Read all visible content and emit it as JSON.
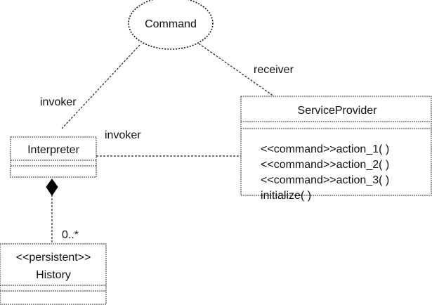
{
  "collaboration": {
    "name": "Command"
  },
  "roles": {
    "receiver": "receiver",
    "invoker_upper": "invoker",
    "invoker_right": "invoker"
  },
  "classes": {
    "interpreter": {
      "name": "Interpreter"
    },
    "service_provider": {
      "name": "ServiceProvider",
      "operations": [
        "<<command>>action_1( )",
        "<<command>>action_2( )",
        "<<command>>action_3( )",
        "initialize( )"
      ]
    },
    "history": {
      "stereotype": "<<persistent>>",
      "name": "History"
    }
  },
  "composition": {
    "multiplicity": "0..*"
  }
}
